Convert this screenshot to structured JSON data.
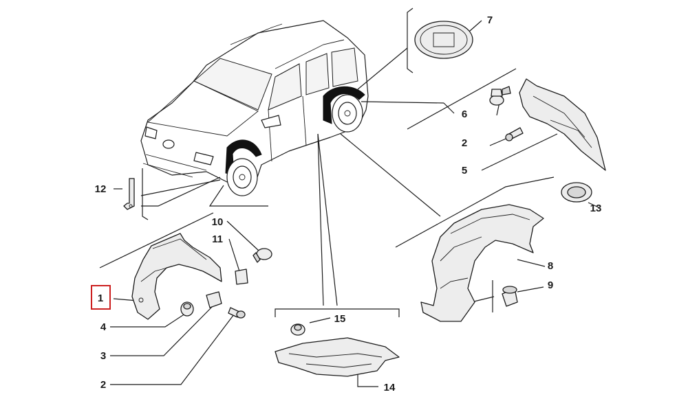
{
  "callouts": [
    {
      "id": "c1",
      "label": "1",
      "highlighted": true
    },
    {
      "id": "c2a",
      "label": "2"
    },
    {
      "id": "c2b",
      "label": "2"
    },
    {
      "id": "c3",
      "label": "3"
    },
    {
      "id": "c4",
      "label": "4"
    },
    {
      "id": "c5",
      "label": "5"
    },
    {
      "id": "c6",
      "label": "6"
    },
    {
      "id": "c7",
      "label": "7"
    },
    {
      "id": "c8",
      "label": "8"
    },
    {
      "id": "c9",
      "label": "9"
    },
    {
      "id": "c10",
      "label": "10"
    },
    {
      "id": "c11",
      "label": "11"
    },
    {
      "id": "c12",
      "label": "12"
    },
    {
      "id": "c13",
      "label": "13"
    },
    {
      "id": "c14",
      "label": "14"
    },
    {
      "id": "c15",
      "label": "15"
    }
  ],
  "colors": {
    "highlight": "#cc1f1f",
    "ink": "#1a1a1a",
    "part_fill": "#ededed"
  }
}
